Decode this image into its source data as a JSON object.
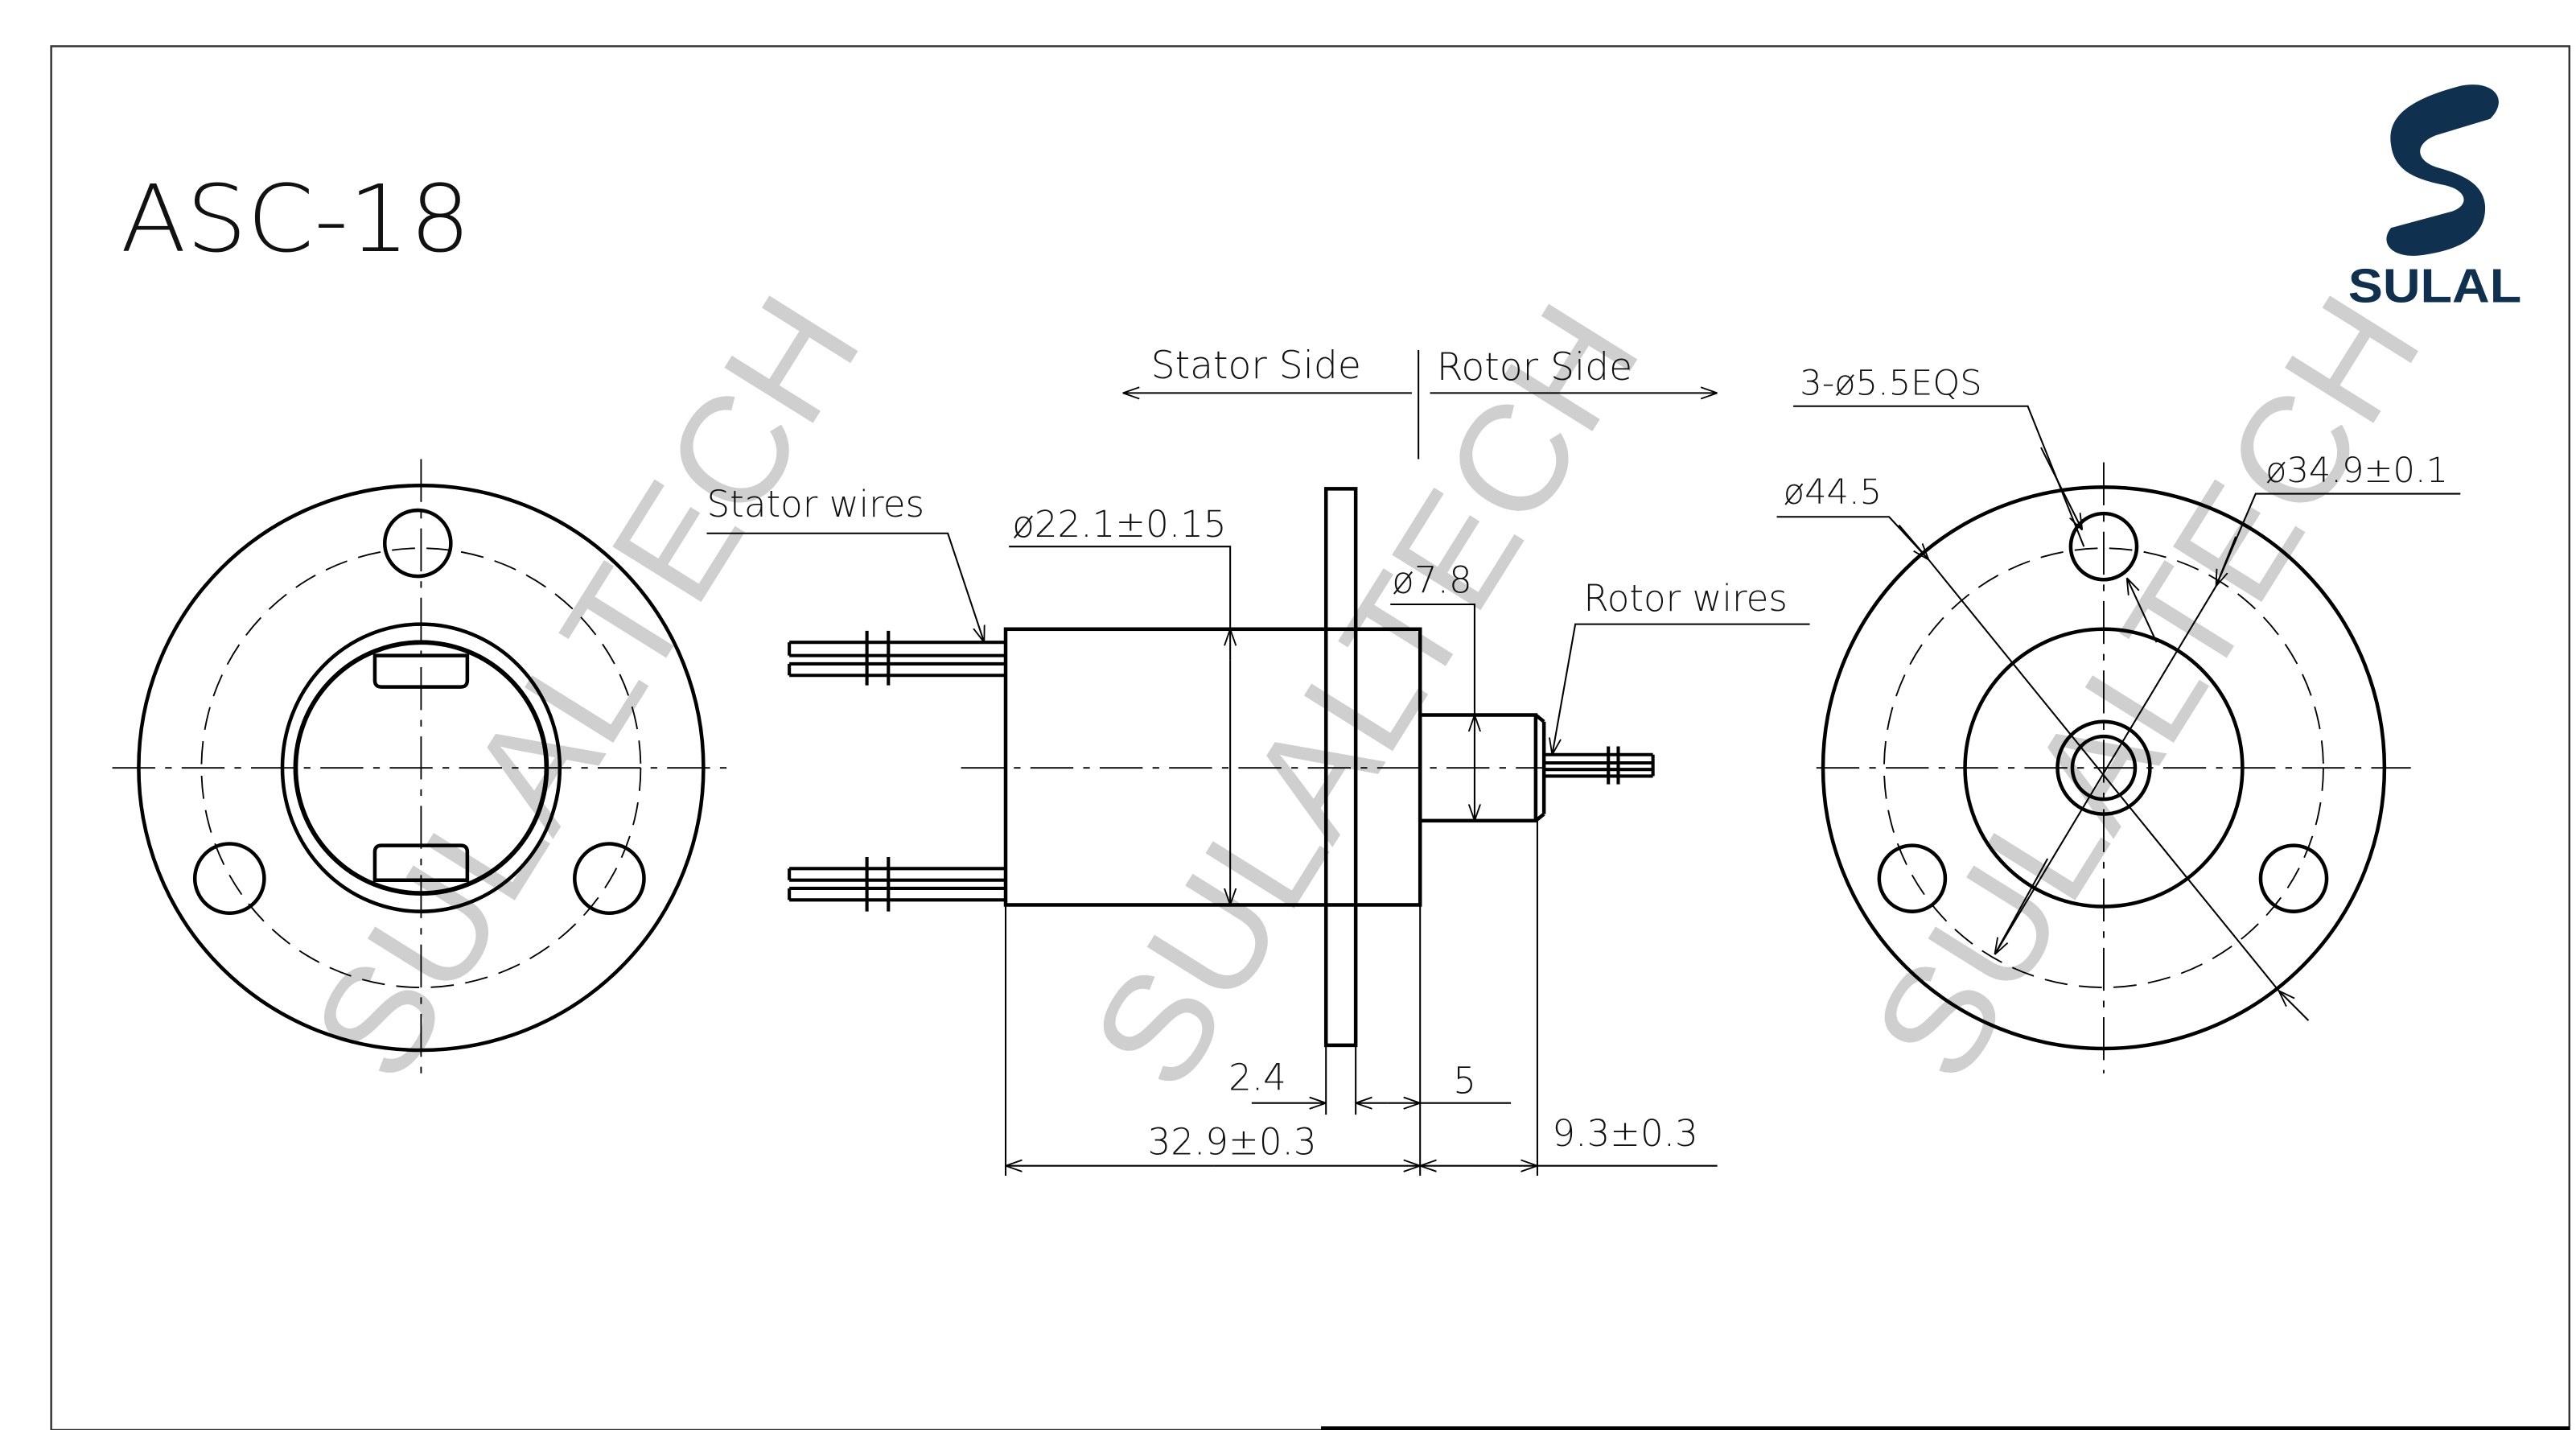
{
  "title": "ASC-18",
  "logo": {
    "brand": "SULAL",
    "color": "#10304f"
  },
  "watermark": {
    "text": "SULALTECH",
    "color": "#cfcfcf"
  },
  "side_labels": {
    "stator": "Stator Side",
    "rotor": "Rotor Side"
  },
  "callouts": {
    "stator_wires": "Stator wires",
    "rotor_wires": "Rotor wires"
  },
  "dimensions": {
    "body_diameter": "ø22.1±0.15",
    "shaft_diameter": "ø7.8",
    "flange_thickness": "2.4",
    "shaft_step": "5",
    "body_length": "32.9±0.3",
    "shaft_length": "9.3±0.3",
    "mounting_holes": "3-ø5.5EQS",
    "flange_diameter": "ø44.5",
    "bolt_circle": "ø34.9±0.1"
  },
  "views": [
    "stator-end-view",
    "side-view",
    "rotor-end-view"
  ]
}
